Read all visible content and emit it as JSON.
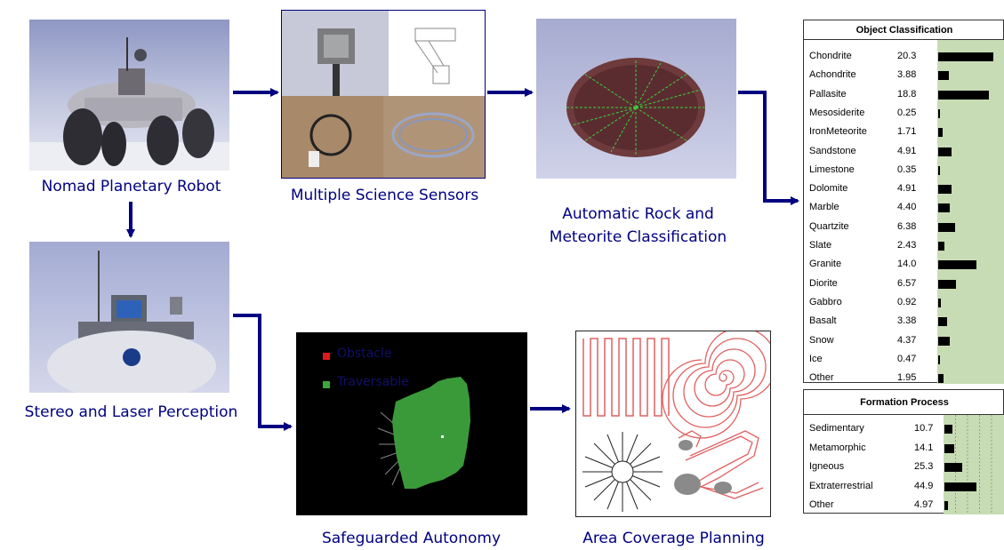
{
  "captions": {
    "nomad": "Nomad Planetary Robot",
    "sensors": "Multiple Science Sensors",
    "classification_line1": "Automatic Rock and",
    "classification_line2": "Meteorite Classification",
    "perception": "Stereo and Laser Perception",
    "safeguarded": "Safeguarded Autonomy",
    "coverage": "Area Coverage Planning"
  },
  "legend": {
    "obstacle": "Obstacle",
    "traversable": "Traversable"
  },
  "colors": {
    "arrow": "#000080",
    "panel_green": "#c7dcb4",
    "obstacle": "#e0181c",
    "traversable": "#3aa83a",
    "coverage_path": "#e06060"
  },
  "object_classification": {
    "title": "Object Classification",
    "max": 20.3,
    "rows": [
      {
        "name": "Chondrite",
        "value": "20.3",
        "v": 20.3
      },
      {
        "name": "Achondrite",
        "value": "3.88",
        "v": 3.88
      },
      {
        "name": "Pallasite",
        "value": "18.8",
        "v": 18.8
      },
      {
        "name": "Mesosiderite",
        "value": "0.25",
        "v": 0.25
      },
      {
        "name": "IronMeteorite",
        "value": "1.71",
        "v": 1.71
      },
      {
        "name": "Sandstone",
        "value": "4.91",
        "v": 4.91
      },
      {
        "name": "Limestone",
        "value": "0.35",
        "v": 0.35
      },
      {
        "name": "Dolomite",
        "value": "4.91",
        "v": 4.91
      },
      {
        "name": "Marble",
        "value": "4.40",
        "v": 4.4
      },
      {
        "name": "Quartzite",
        "value": "6.38",
        "v": 6.38
      },
      {
        "name": "Slate",
        "value": "2.43",
        "v": 2.43
      },
      {
        "name": "Granite",
        "value": "14.0",
        "v": 14.0
      },
      {
        "name": "Diorite",
        "value": "6.57",
        "v": 6.57
      },
      {
        "name": "Gabbro",
        "value": "0.92",
        "v": 0.92
      },
      {
        "name": "Basalt",
        "value": "3.38",
        "v": 3.38
      },
      {
        "name": "Snow",
        "value": "4.37",
        "v": 4.37
      },
      {
        "name": "Ice",
        "value": "0.47",
        "v": 0.47
      },
      {
        "name": "Other",
        "value": "1.95",
        "v": 1.95
      }
    ]
  },
  "formation_process": {
    "title": "Formation Process",
    "max": 44.9,
    "rows": [
      {
        "name": "Sedimentary",
        "value": "10.7",
        "v": 10.7
      },
      {
        "name": "Metamorphic",
        "value": "14.1",
        "v": 14.1
      },
      {
        "name": "Igneous",
        "value": "25.3",
        "v": 25.3
      },
      {
        "name": "Extraterrestrial",
        "value": "44.9",
        "v": 44.9
      },
      {
        "name": "Other",
        "value": "4.97",
        "v": 4.97
      }
    ]
  }
}
